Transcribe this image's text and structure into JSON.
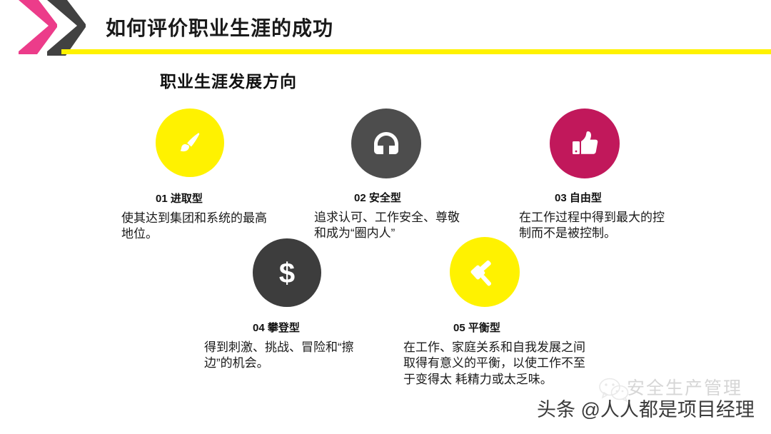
{
  "header": {
    "title": "如何评价职业生涯的成功",
    "rule_color": "#fff200",
    "chevron_pink_color": "#ec3c8a",
    "chevron_dark_color": "#414141"
  },
  "subtitle": "职业生涯发展方向",
  "cards": [
    {
      "num": "01",
      "name": "进取型",
      "body": "使其达到集团和系统的最高地位。",
      "icon": "paintbrush-icon",
      "circle_color": "#fff200",
      "icon_color": "#ffffff"
    },
    {
      "num": "02",
      "name": "安全型",
      "body": "追求认可、工作安全、尊敬和成为“圈内人”",
      "icon": "headphones-icon",
      "circle_color": "#4d4d4d",
      "icon_color": "#ffffff"
    },
    {
      "num": "03",
      "name": "自由型",
      "body": "在工作过程中得到最大的控制而不是被控制。",
      "icon": "thumbs-up-icon",
      "circle_color": "#c1185b",
      "icon_color": "#ffffff"
    },
    {
      "num": "04",
      "name": "攀登型",
      "body": "得到刺激、挑战、冒险和“擦边”的机会。",
      "icon": "dollar-sign-icon",
      "circle_color": "#3d3d3d",
      "icon_color": "#ffffff"
    },
    {
      "num": "05",
      "name": "平衡型",
      "body": "在工作、家庭关系和自我发展之间取得有意义的平衡，以使工作不至于变得太 耗精力或太乏味。",
      "icon": "gavel-icon",
      "circle_color": "#fff200",
      "icon_color": "#ffffff"
    }
  ],
  "watermarks": {
    "faint_text": "安全生产管理",
    "main_text": "头条 @人人都是项目经理",
    "wechat_icon": "wechat-icon"
  }
}
